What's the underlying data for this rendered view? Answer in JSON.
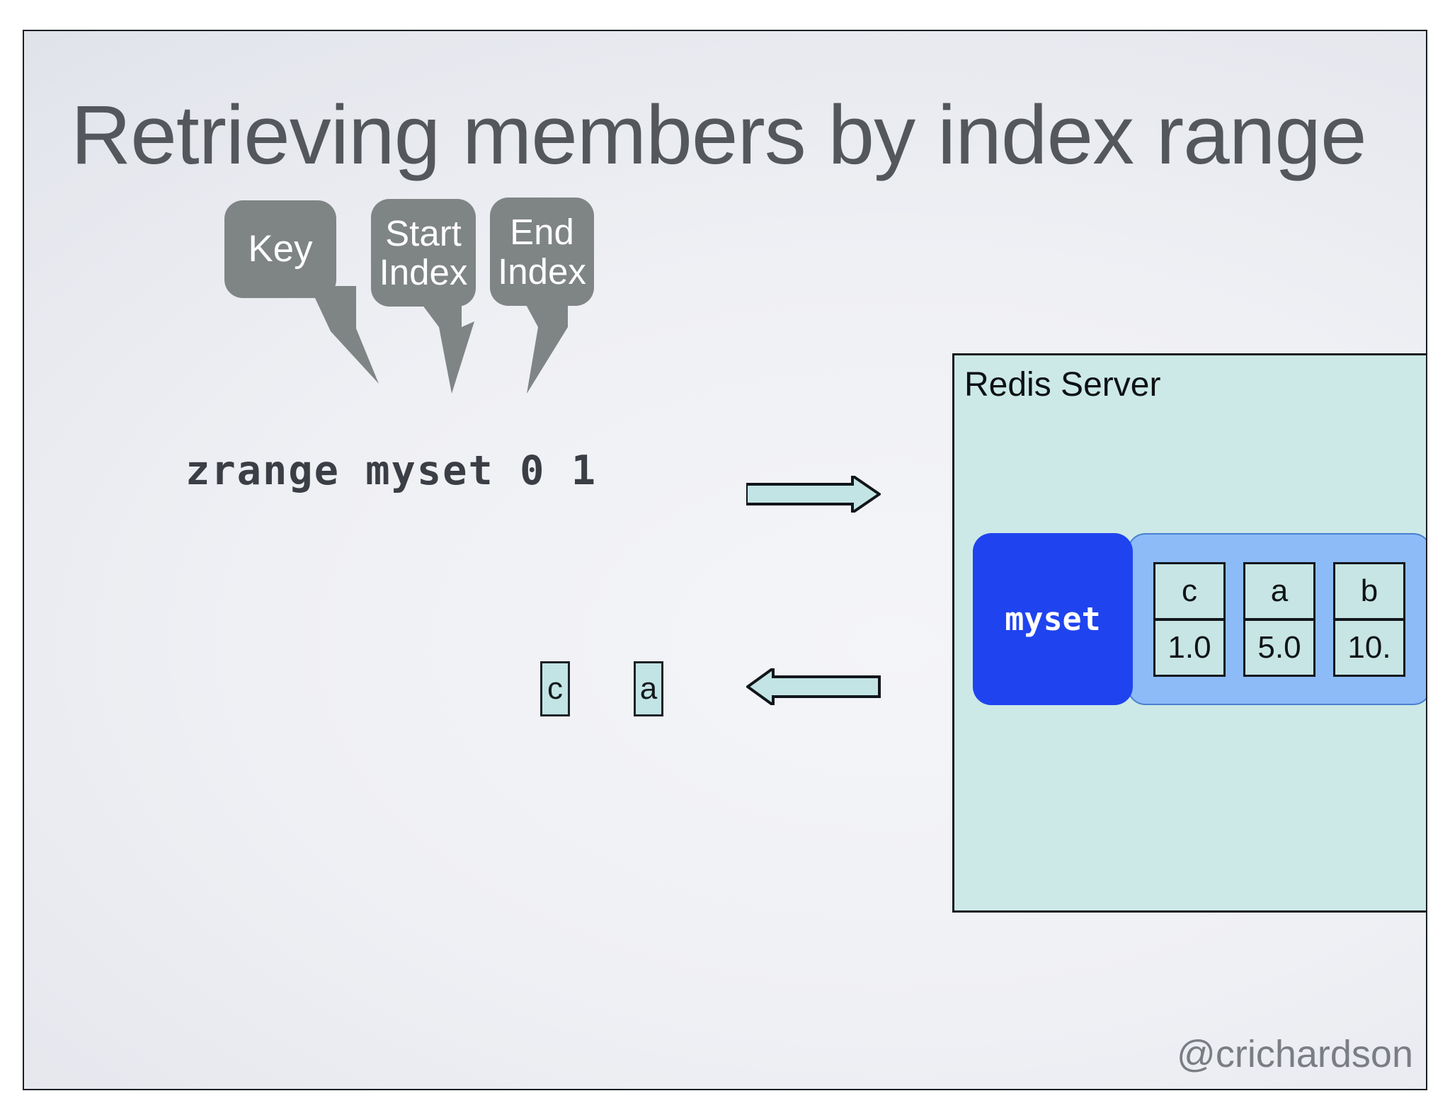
{
  "slide": {
    "title": "Retrieving members by index range",
    "watermark": "@crichardson"
  },
  "callouts": [
    {
      "id": "key",
      "label": "Key",
      "icon": "speech-bubble"
    },
    {
      "id": "start",
      "label": "Start\nIndex",
      "icon": "speech-bubble"
    },
    {
      "id": "end",
      "label": "End\nIndex",
      "icon": "speech-bubble"
    }
  ],
  "command": {
    "text": "zrange myset 0 1",
    "parts": {
      "command": "zrange",
      "key": "myset",
      "start_index": "0",
      "end_index": "1"
    }
  },
  "arrows": {
    "request": {
      "direction": "right",
      "icon": "arrow-right-icon"
    },
    "response": {
      "direction": "left",
      "icon": "arrow-left-icon"
    }
  },
  "result": {
    "cells": [
      "c",
      "a"
    ]
  },
  "redis_server": {
    "title": "Redis Server",
    "key_badge": "myset",
    "members": [
      {
        "name": "c",
        "score": "1.0"
      },
      {
        "name": "a",
        "score": "5.0"
      },
      {
        "name": "b",
        "score": "10."
      }
    ]
  },
  "colors": {
    "callout_gray": "#7f8485",
    "title_gray": "#54585c",
    "server_fill": "#cce9e7",
    "key_blue": "#1f44ef",
    "members_blue": "#8cbbf7",
    "cell_cyan": "#c7e5e4",
    "outline": "#151a1f"
  }
}
